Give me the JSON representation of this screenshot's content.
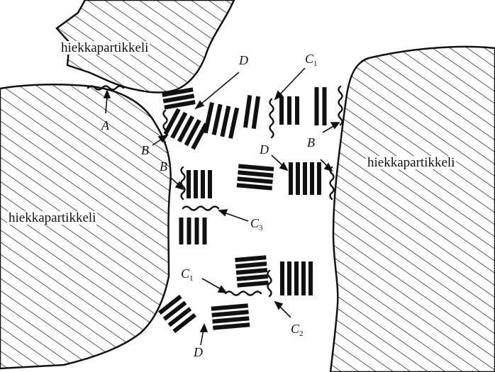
{
  "labels": {
    "sand_top": "hiekkapartikkeli",
    "sand_right": "hiekkapartikkeli",
    "sand_left": "hiekkapartikkeli",
    "A": "A",
    "B_left_upper": "B",
    "B_left_lower": "B",
    "B_right": "B",
    "C1_top": "C",
    "C1_top_sub": "1",
    "C1_bottom": "C",
    "C1_bottom_sub": "1",
    "C2": "C",
    "C2_sub": "2",
    "C3": "C",
    "C3_sub": "3",
    "D_top": "D",
    "D_middle": "D",
    "D_bottom": "D"
  },
  "colors": {
    "ink": "#111111",
    "background": "#ffffff"
  }
}
